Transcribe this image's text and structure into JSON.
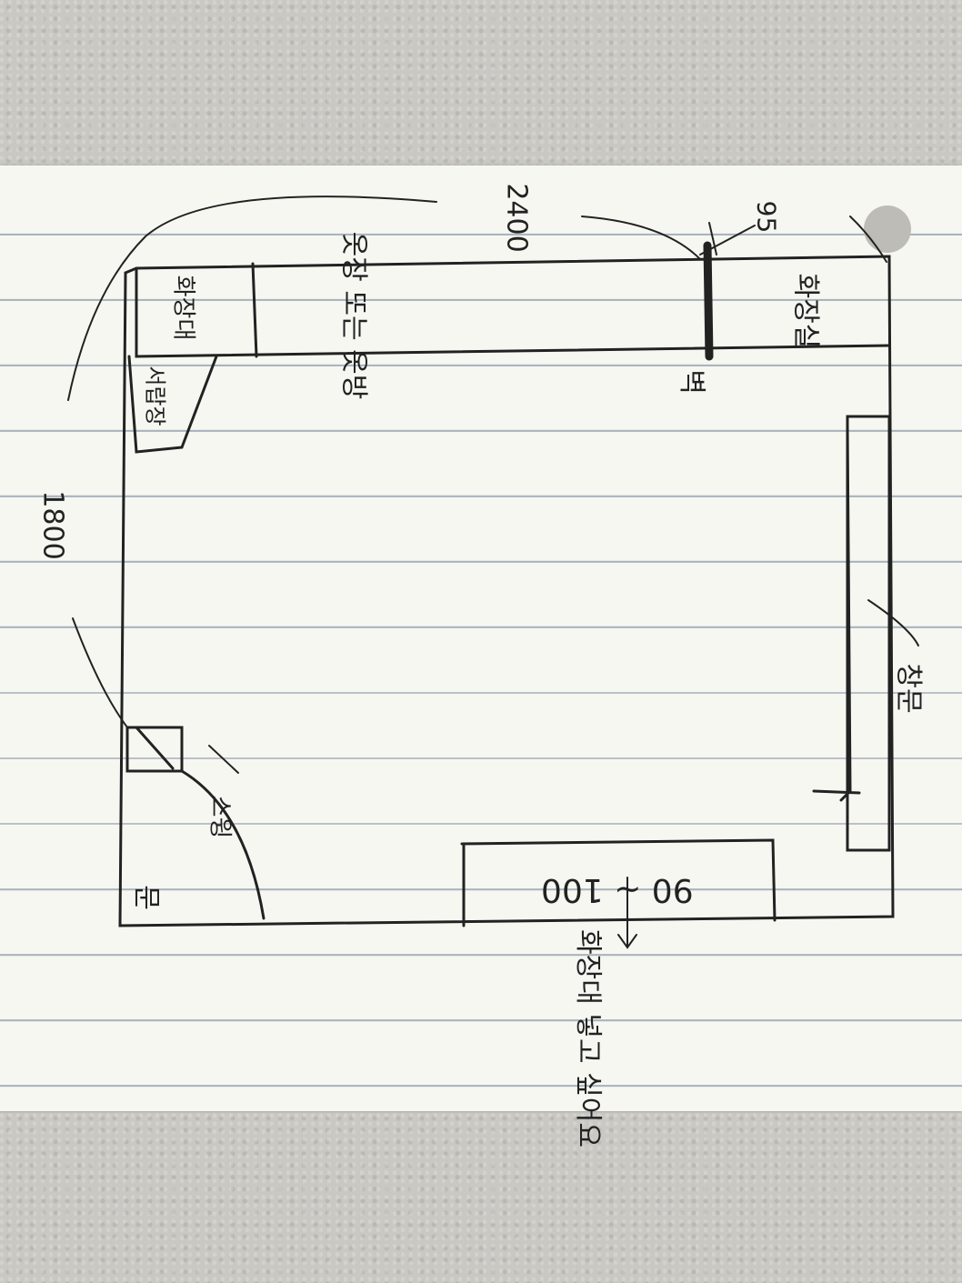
{
  "labels": {
    "bathroom": "화장실",
    "wall": "벽",
    "closet": "옷장 또는 옷방",
    "dressing_table": "화장대",
    "drawers": "서랍장",
    "window": "창문",
    "door": "문",
    "door_swing": "스윙",
    "bed": "90 ~ 100",
    "bed_note": "화장대 넣고 싶어요"
  },
  "dimensions": {
    "top_height": "95",
    "top_width": "2400",
    "side": "1800"
  }
}
